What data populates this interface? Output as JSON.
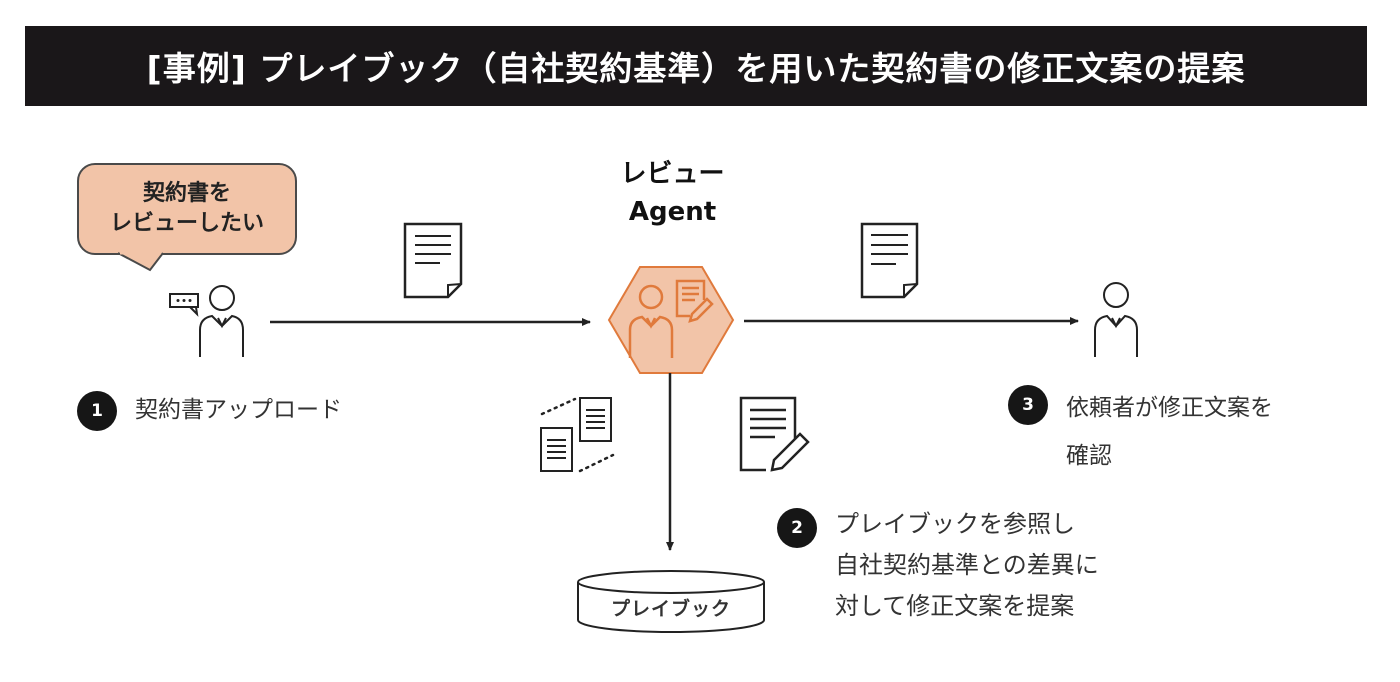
{
  "title": "[事例] プレイブック（自社契約基準）を用いた契約書の修正文案の提案",
  "speech_bubble": {
    "lines": [
      "契約書を",
      "レビューしたい"
    ]
  },
  "agent": {
    "lines": [
      "レビュー",
      "Agent"
    ]
  },
  "database": {
    "label": "プレイブック"
  },
  "steps": [
    {
      "number": "1",
      "lines": [
        "契約書アップロード"
      ]
    },
    {
      "number": "2",
      "lines": [
        "プレイブックを参照し",
        "自社契約基準との差異に",
        "対して修正文案を提案"
      ]
    },
    {
      "number": "3",
      "lines": [
        "依頼者が修正文案を",
        "確認"
      ]
    }
  ],
  "colors": {
    "banner_bg": "#1a1719",
    "accent_fill": "#f2c4a8",
    "accent_stroke": "#e07a3c",
    "badge": "#161616"
  }
}
